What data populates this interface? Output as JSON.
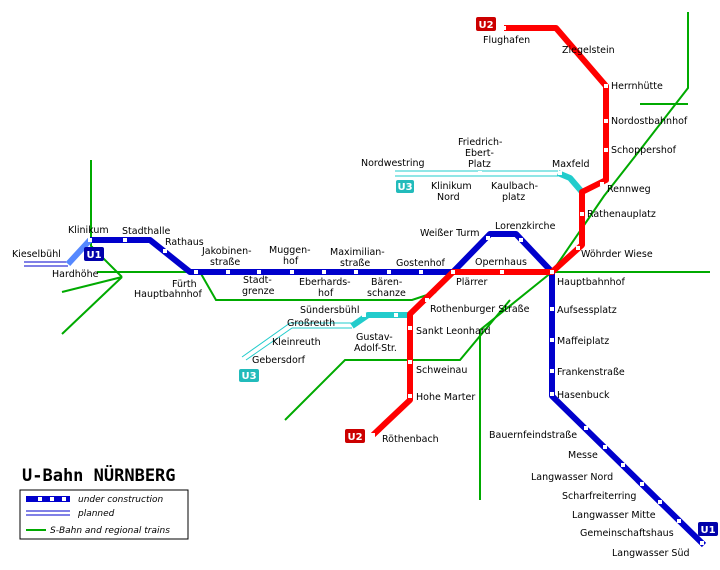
{
  "title": "U-Bahn NÜRNBERG",
  "colors": {
    "u1": "#0000cc",
    "u1_light": "#5588ff",
    "u2": "#ff0000",
    "u3": "#22cccc",
    "sbahn": "#00aa00"
  },
  "lines": {
    "u1": "U1",
    "u2": "U2",
    "u3": "U3"
  },
  "legend": {
    "construction": "under construction",
    "planned": "planned",
    "sbahn": "S-Bahn and regional trains"
  },
  "stations": {
    "flughafen": "Flughafen",
    "ziegelstein": "Ziegelstein",
    "herrnhuette": "Herrnhütte",
    "nordostbahnhof": "Nordostbahnhof",
    "schoppershof": "Schoppershof",
    "rennweg": "Rennweg",
    "rathenauplatz": "Rathenauplatz",
    "woehrder_wiese": "Wöhrder Wiese",
    "hauptbahnhof": "Hauptbahnhof",
    "aufsessplatz": "Aufsessplatz",
    "maffeiplatz": "Maffeiplatz",
    "frankenstrasse": "Frankenstraße",
    "hasenbuck": "Hasenbuck",
    "bauernfeindstrasse": "Bauernfeindstraße",
    "messe": "Messe",
    "langwasser_nord": "Langwasser Nord",
    "scharfreiterring": "Scharfreiterring",
    "langwasser_mitte": "Langwasser Mitte",
    "gemeinschaftshaus": "Gemeinschaftshaus",
    "langwasser_sued": "Langwasser Süd",
    "kieselbuehl": "Kieselbühl",
    "hardhoehe": "Hardhöhe",
    "klinikum": "Klinikum",
    "stadthalle": "Stadthalle",
    "rathaus": "Rathaus",
    "fuerth_hbf_1": "Fürth",
    "fuerth_hbf_2": "Hauptbahnhof",
    "jakobinen_1": "Jakobinen-",
    "jakobinen_2": "straße",
    "stadtgrenze_1": "Stadt-",
    "stadtgrenze_2": "grenze",
    "muggenhof_1": "Muggen-",
    "muggenhof_2": "hof",
    "eberhardshof_1": "Eberhards-",
    "eberhardshof_2": "hof",
    "maximilian_1": "Maximilian-",
    "maximilian_2": "straße",
    "baerenschanze_1": "Bären-",
    "baerenschanze_2": "schanze",
    "gostenhof": "Gostenhof",
    "plaerrer": "Plärrer",
    "weisser_turm": "Weißer Turm",
    "lorenzkirche": "Lorenzkirche",
    "opernhaus": "Opernhaus",
    "rothenburger": "Rothenburger Straße",
    "sankt_leonhard": "Sankt Leonhard",
    "schweinau": "Schweinau",
    "hohe_marter": "Hohe Marter",
    "roethenbach": "Röthenbach",
    "friedrich_1": "Friedrich-",
    "friedrich_2": "Ebert-",
    "friedrich_3": "Platz",
    "nordwestring": "Nordwestring",
    "maxfeld": "Maxfeld",
    "klinikum_nord_1": "Klinikum",
    "klinikum_nord_2": "Nord",
    "kaulbach_1": "Kaulbach-",
    "kaulbach_2": "platz",
    "suendersbuehl": "Sündersbühl",
    "grossreuth": "Großreuth",
    "kleinreuth": "Kleinreuth",
    "gustav_1": "Gustav-",
    "gustav_2": "Adolf-Str.",
    "gebersdorf": "Gebersdorf"
  }
}
